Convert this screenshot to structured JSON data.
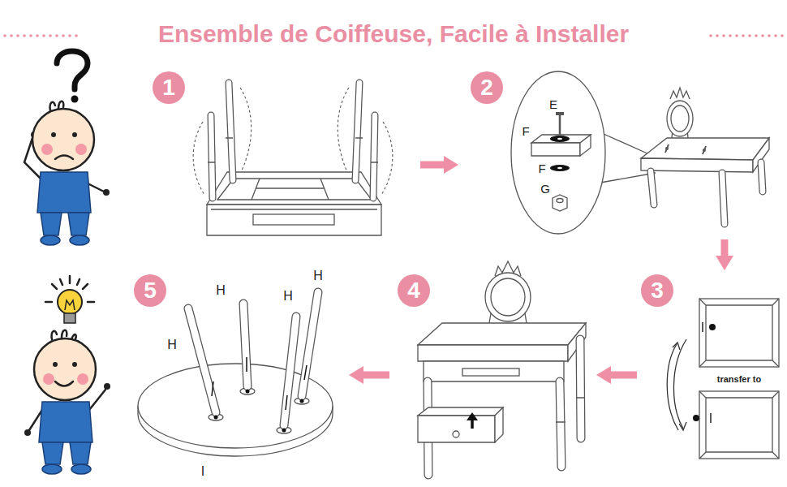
{
  "diagram": {
    "title": "Ensemble de Coiffeuse, Facile à Installer",
    "nodes": [
      {
        "text": [
          "1"
        ]
      },
      {
        "text": [
          "2"
        ]
      },
      {
        "text": [
          "3"
        ]
      },
      {
        "text": [
          "4"
        ]
      },
      {
        "text": [
          "5"
        ]
      }
    ],
    "edges": [
      {
        "from": 0,
        "to": 1,
        "arrow": "to"
      },
      {
        "from": 1,
        "to": 2,
        "arrow": "to"
      },
      {
        "from": 2,
        "to": 3,
        "arrow": "to"
      },
      {
        "from": 3,
        "to": 4,
        "arrow": "to"
      }
    ],
    "labels": [
      "E",
      "F",
      "F",
      "G",
      "transfer to",
      "H",
      "H",
      "H",
      "H",
      "I"
    ]
  }
}
